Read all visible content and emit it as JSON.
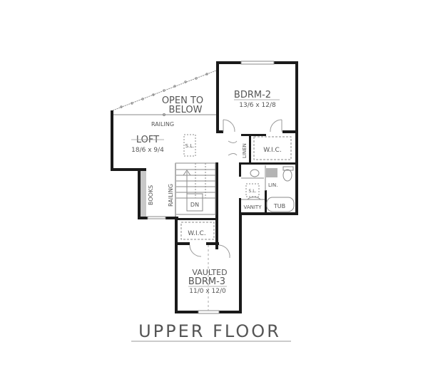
{
  "title": "UPPER FLOOR",
  "colors": {
    "wall": "#1a1a1a",
    "thin": "#8a8a8a",
    "text": "#555555",
    "books": "#c8c8c8",
    "lin": "#b4b4b4"
  },
  "rooms": {
    "open_to_below": {
      "line1": "OPEN TO",
      "line2": "BELOW"
    },
    "railing_top": "RAILING",
    "loft": {
      "name": "LOFT",
      "dims": "18/6 x 9/4"
    },
    "skylight": "S.L.",
    "bdrm2": {
      "name": "BDRM-2",
      "dims": "13/6 x 12/8"
    },
    "linen": "LINEN",
    "wic_bdrm2": "W.I.C.",
    "lin": "LIN.",
    "bath_skylight": "S.L.",
    "vanity": "VANITY",
    "tub": "TUB",
    "books": "BOOKS",
    "railing_stair": "RAILING",
    "stair_dn": "DN",
    "wic_bdrm3": "W.I.C.",
    "bdrm3": {
      "prefix": "VAULTED",
      "name": "BDRM-3",
      "dims": "11/0 x 12/0"
    }
  }
}
